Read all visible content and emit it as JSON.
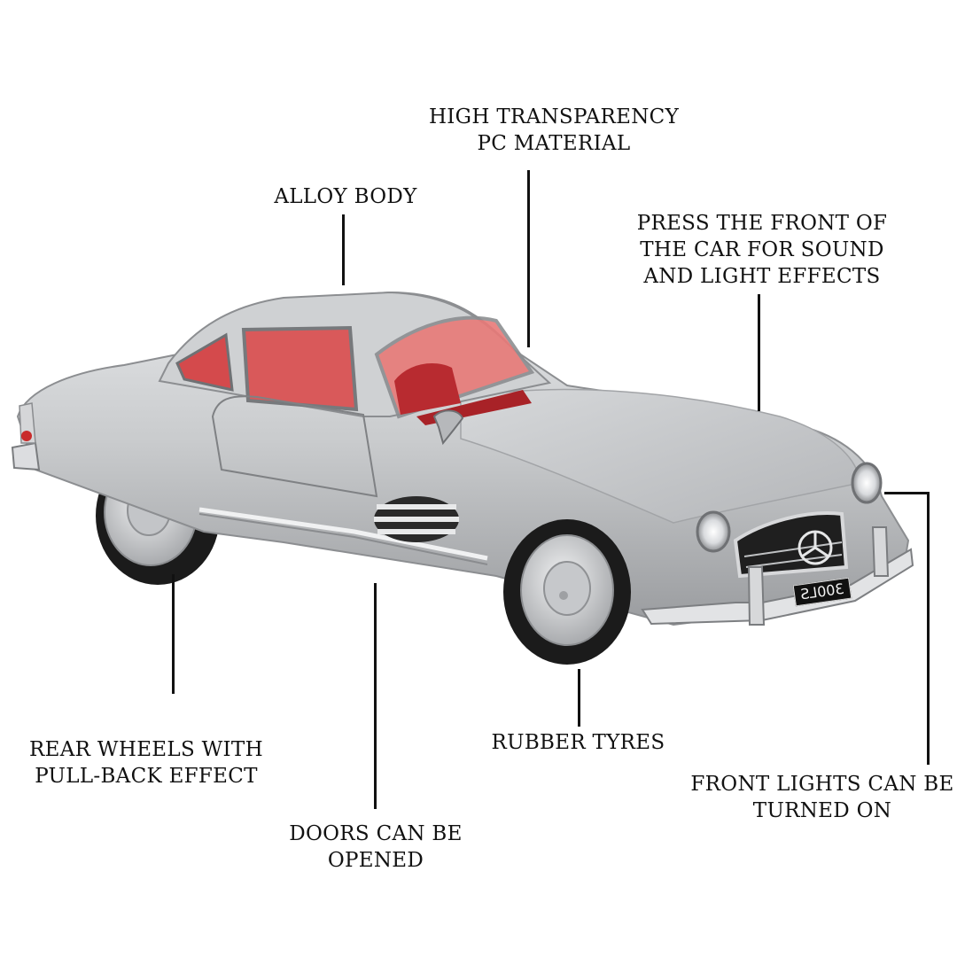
{
  "callouts": {
    "high_transparency": {
      "line1": "HIGH TRANSPARENCY",
      "line2": "PC MATERIAL"
    },
    "alloy_body": {
      "line1": "ALLOY BODY"
    },
    "press_front": {
      "line1": "PRESS THE FRONT OF",
      "line2": "THE CAR FOR SOUND",
      "line3": "AND LIGHT EFFECTS"
    },
    "rear_wheels": {
      "line1": "REAR WHEELS WITH",
      "line2": "PULL-BACK EFFECT"
    },
    "rubber_tyres": {
      "line1": "RUBBER TYRES"
    },
    "doors": {
      "line1": "DOORS CAN BE",
      "line2": "OPENED"
    },
    "front_lights": {
      "line1": "FRONT LIGHTS CAN BE",
      "line2": "TURNED ON"
    }
  },
  "car": {
    "plate_text": "300LS",
    "body_color": "#c8cacc",
    "interior_color": "#d8383c"
  }
}
